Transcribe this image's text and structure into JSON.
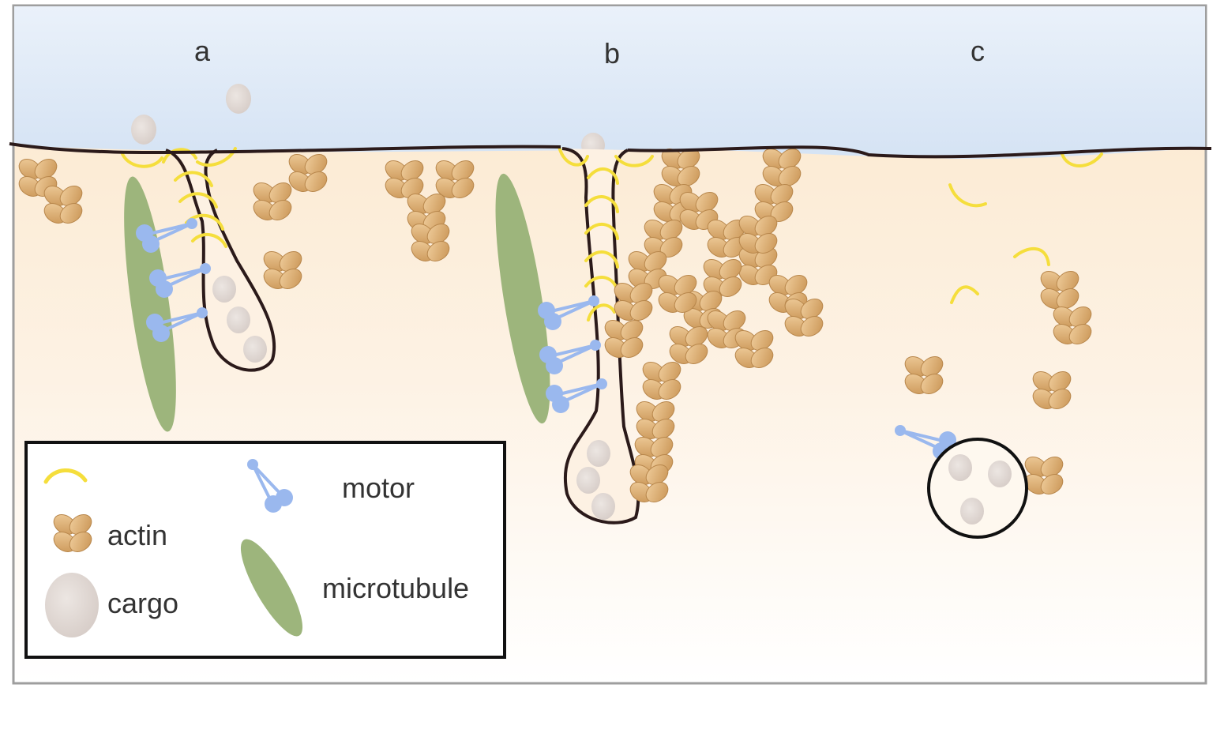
{
  "panels": [
    {
      "label": "a"
    },
    {
      "label": "b"
    },
    {
      "label": "c"
    }
  ],
  "legend": {
    "actin": "actin",
    "cargo": "cargo",
    "motor": "motor",
    "microtubule": "microtubule"
  },
  "colors": {
    "extracellular": "#e6eef8",
    "cytoplasm": "#fdf3e4",
    "membrane": "#2b1a1a",
    "coat_protein": "#f5de3c",
    "actin": "#d9ab74",
    "actin_edge": "#b88648",
    "cargo": "#e0d8d4",
    "motor": "#9ab8ee",
    "microtubule": "#9db57c"
  }
}
